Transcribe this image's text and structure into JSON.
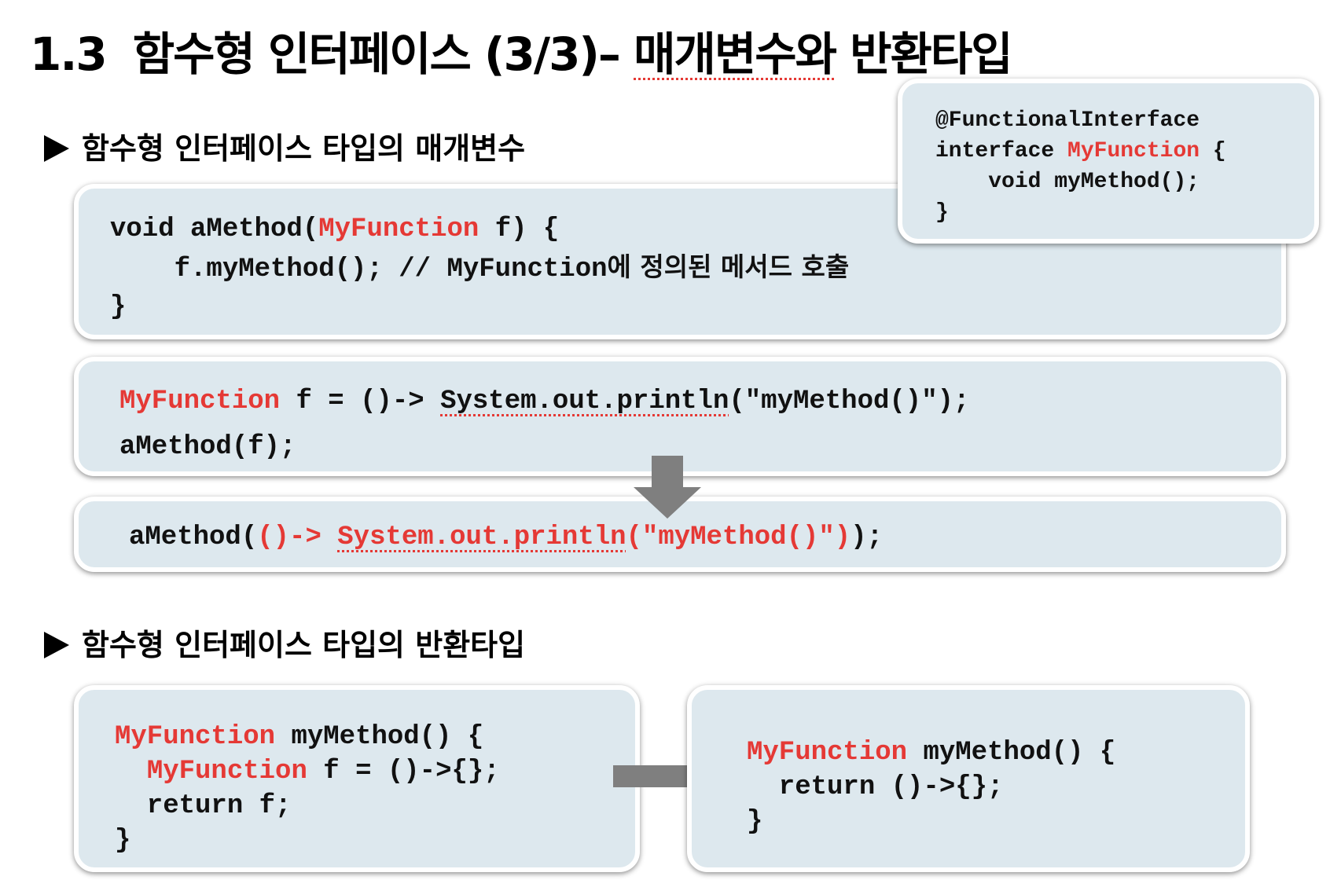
{
  "title": {
    "number": "1.3",
    "text_main": "함수형 인터페이스 (3/3)– ",
    "text_underlined": "매개변수와",
    "text_end": " 반환타입"
  },
  "sections": {
    "param": "함수형 인터페이스 타입의 매개변수",
    "return": "함수형 인터페이스 타입의 반환타입"
  },
  "interface_box": {
    "line1": "@FunctionalInterface",
    "line2_a": "interface ",
    "line2_type": "MyFunction",
    "line2_b": " {",
    "line3": "    void myMethod();",
    "line4": "}"
  },
  "amethod_box": {
    "line1_a": "void aMethod(",
    "line1_type": "MyFunction",
    "line1_b": " f) {",
    "line2_code": "    f.myMethod(); // MyFunction",
    "line2_comment_ko": "에 정의된 메서드 호출",
    "line3": "}"
  },
  "call_box": {
    "line1_type": "MyFunction",
    "line1_a": " f = ()-> ",
    "line1_sys": "System.out.println",
    "line1_b": "(\"myMethod()\");",
    "line2": "aMethod(f);"
  },
  "inline_box": {
    "a": "aMethod(",
    "lambda": "()-> ",
    "sys": "System.out.println",
    "arg": "(\"myMethod()\")",
    "b": ");"
  },
  "return_left": {
    "line1_type": "MyFunction",
    "line1_b": " myMethod() {",
    "line2_type": "MyFunction",
    "line2_b": " f = ()->{};",
    "line3": "  return f;",
    "line4": "}"
  },
  "return_right": {
    "line1_type": "MyFunction",
    "line1_b": " myMethod() {",
    "line2": "  return ()->{};",
    "line3": "}"
  },
  "colors": {
    "box_bg": "#dde8ee",
    "keyword": "#e53935",
    "arrow": "#7f7f7f"
  }
}
